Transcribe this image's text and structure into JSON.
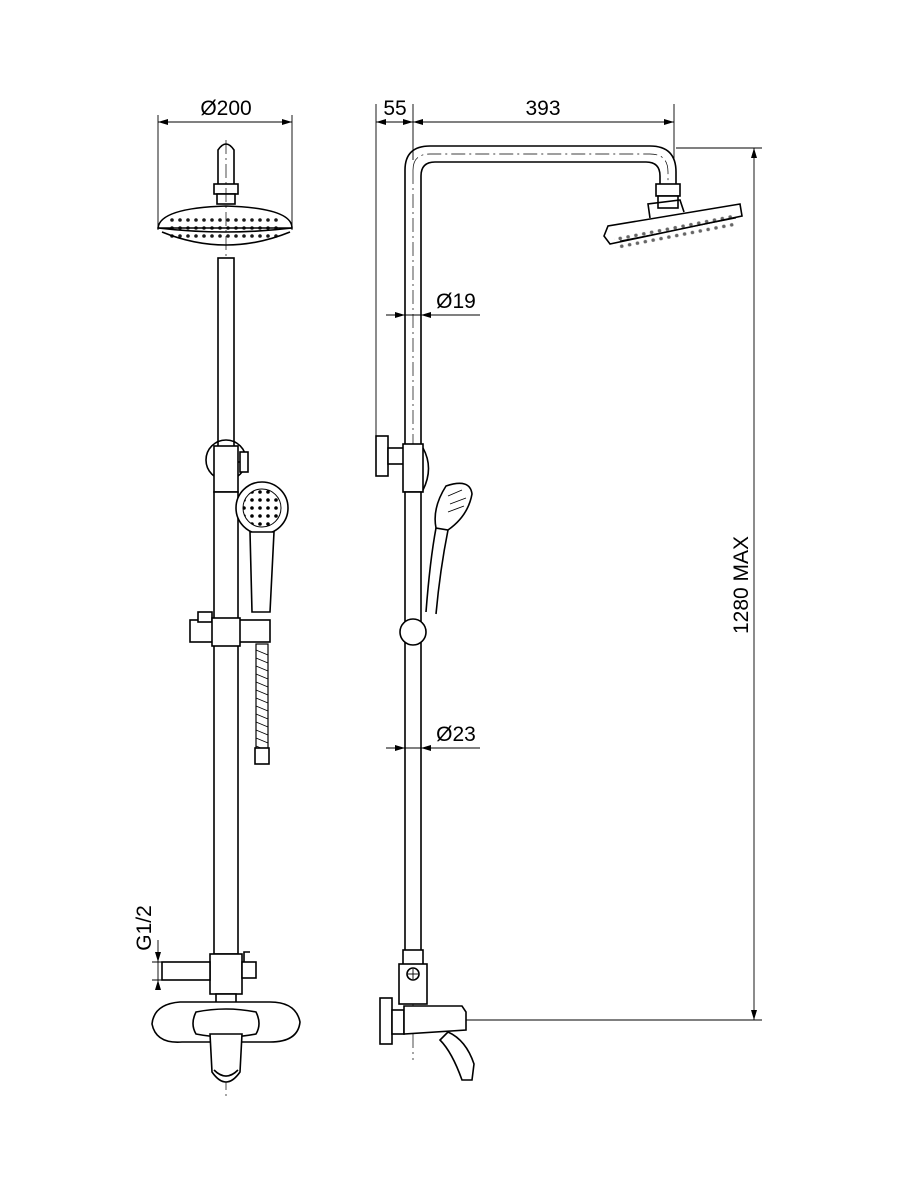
{
  "dimensions": {
    "head_diameter": "Ø200",
    "offset": "55",
    "arm_length": "393",
    "upper_pipe": "Ø19",
    "lower_pipe": "Ø23",
    "height": "1280 MAX",
    "thread": "G1/2"
  }
}
